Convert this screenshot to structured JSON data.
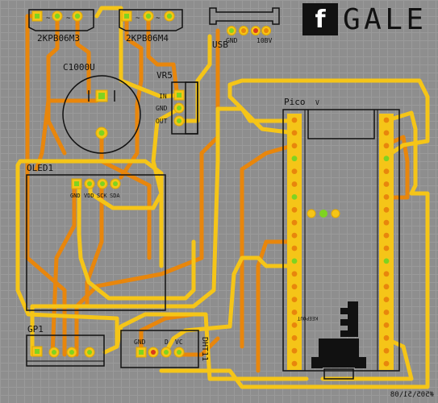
{
  "logo": {
    "icon": "f",
    "text": "GALE"
  },
  "components": {
    "pot1": "2KPB06M3",
    "pot2": "2KPB06M4",
    "cap": "C1000U",
    "vreg": "VR5",
    "vreg_pins": [
      "IN",
      "GND",
      "OUT"
    ],
    "usb": "USB",
    "usb_pins": [
      "GND",
      "10BV"
    ],
    "pico": "Pico",
    "pico_mark": "V",
    "oled": "OLED1",
    "oled_pins": [
      "GND",
      "VDD",
      "SCK",
      "SDA"
    ],
    "gp": "GP1",
    "dht": "DHT11",
    "dht_pins": [
      "GND",
      "D",
      "VC"
    ],
    "debug": "KEEPOUT"
  },
  "footer": {
    "code": "#505\\51\\08"
  },
  "colors": {
    "trace_yellow": "#f5c518",
    "trace_orange": "#e8860c",
    "pad_green": "#7ed321"
  }
}
